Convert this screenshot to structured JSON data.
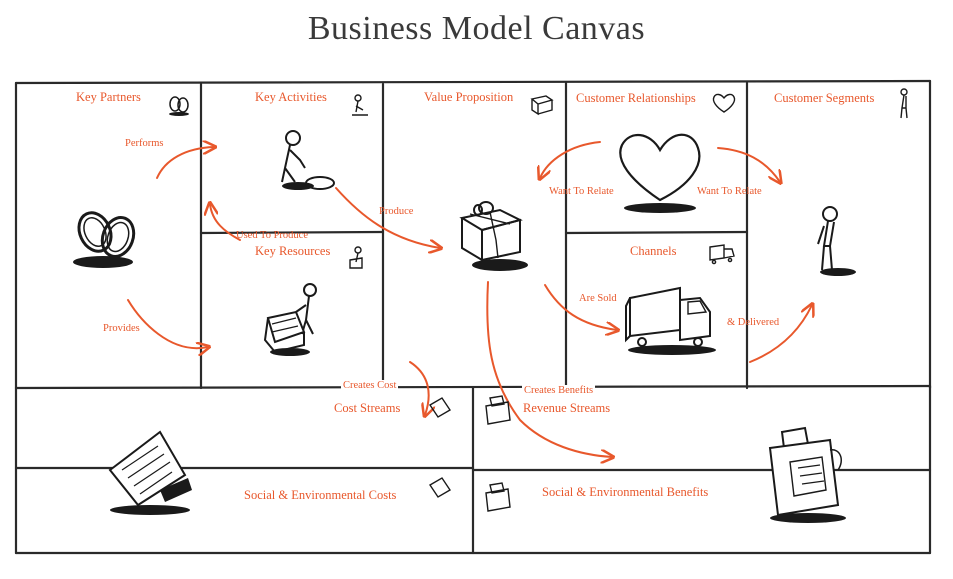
{
  "title": "Business Model Canvas",
  "blocks": {
    "key_partners": "Key Partners",
    "key_activities": "Key Activities",
    "key_resources": "Key Resources",
    "value_proposition": "Value Proposition",
    "customer_relationships": "Customer Relationships",
    "channels": "Channels",
    "customer_segments": "Customer Segments",
    "cost_streams": "Cost Streams",
    "revenue_streams": "Revenue Streams",
    "social_costs": "Social & Environmental Costs",
    "social_benefits": "Social & Environmental Benefits"
  },
  "arrows": {
    "performs": "Performs",
    "provides": "Provides",
    "used_to_produce": "Used To Produce",
    "produce": "Produce",
    "want_to_relate_left": "Want To Relate",
    "want_to_relate_right": "Want To Relate",
    "are_sold": "Are Sold",
    "and_delivered": "& Delivered",
    "creates_cost": "Creates Cost",
    "creates_benefits": "Creates Benefits"
  },
  "icons": [
    "rings-icon",
    "worker-icon",
    "forklift-icon",
    "gift-icon",
    "heart-icon",
    "truck-icon",
    "person-icon",
    "invoice-icon",
    "cash-register-icon",
    "coins-icon"
  ],
  "colors": {
    "accent": "#e8582c",
    "ink": "#1a1a1a",
    "grid": "#2a2a2a"
  }
}
